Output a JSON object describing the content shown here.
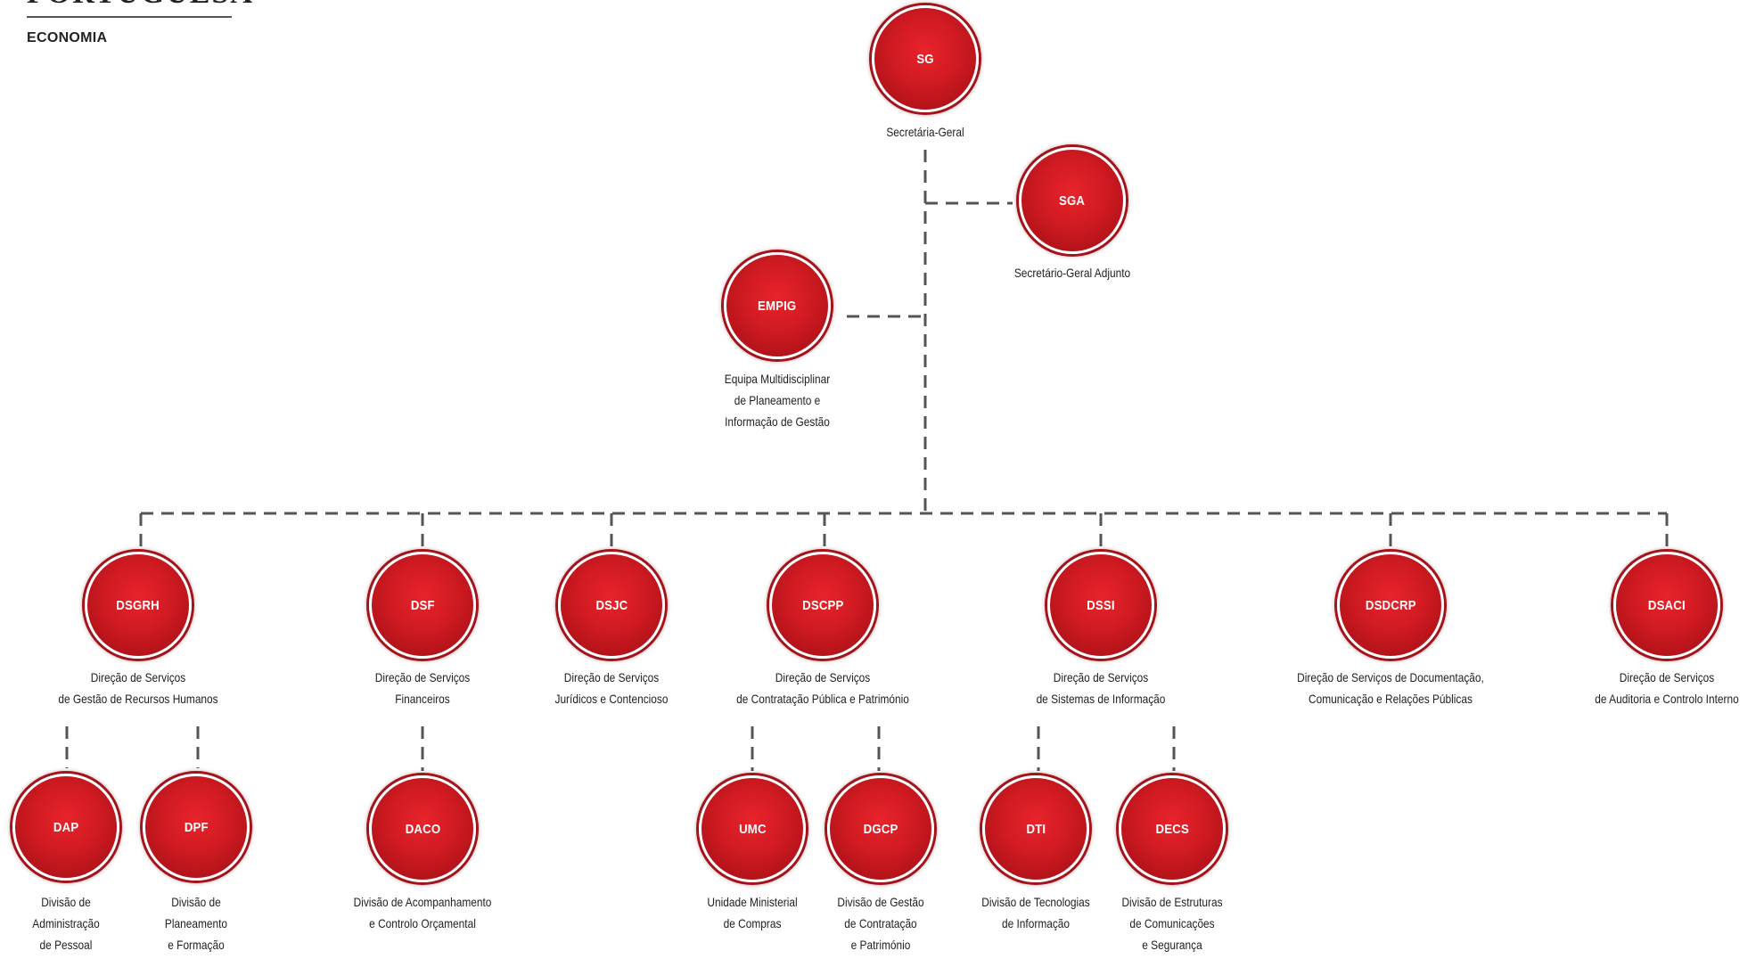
{
  "header": {
    "brand": "PORTUGUESA",
    "ministry": "ECONOMIA"
  },
  "org_chart": {
    "units": [
      {
        "id": "sg",
        "abbr": "SG",
        "name": "Secretária-Geral"
      },
      {
        "id": "sga",
        "abbr": "SGA",
        "name": "Secretário-Geral Adjunto"
      },
      {
        "id": "empig",
        "abbr": "EMPIG",
        "name": "Equipa Multidisciplinar\nde Planeamento e\nInformação de Gestão"
      },
      {
        "id": "dsgrh",
        "abbr": "DSGRH",
        "name": "Direção de Serviços\nde Gestão de Recursos Humanos"
      },
      {
        "id": "dsf",
        "abbr": "DSF",
        "name": "Direção de Serviços\nFinanceiros"
      },
      {
        "id": "dsjc",
        "abbr": "DSJC",
        "name": "Direção de Serviços\nJurídicos e Contencioso"
      },
      {
        "id": "dscpp",
        "abbr": "DSCPP",
        "name": "Direção de Serviços\nde Contratação Pública e Património"
      },
      {
        "id": "dssi",
        "abbr": "DSSI",
        "name": "Direção de Serviços\nde Sistemas de Informação"
      },
      {
        "id": "dsdcrp",
        "abbr": "DSDCRP",
        "name": "Direção de Serviços de Documentação,\nComunicação  e Relações Públicas"
      },
      {
        "id": "dsaci",
        "abbr": "DSACI",
        "name": "Direção de Serviços\nde Auditoria e Controlo Interno"
      },
      {
        "id": "dap",
        "abbr": "DAP",
        "name": "Divisão de\nAdministração\nde Pessoal"
      },
      {
        "id": "dpf",
        "abbr": "DPF",
        "name": "Divisão de\nPlaneamento\ne Formação"
      },
      {
        "id": "daco",
        "abbr": "DACO",
        "name": "Divisão de Acompanhamento\ne Controlo Orçamental"
      },
      {
        "id": "umc",
        "abbr": "UMC",
        "name": "Unidade Ministerial\nde Compras"
      },
      {
        "id": "dgcp",
        "abbr": "DGCP",
        "name": "Divisão de Gestão\nde Contratação\ne Património"
      },
      {
        "id": "dti",
        "abbr": "DTI",
        "name": "Divisão de Tecnologias\nde Informação"
      },
      {
        "id": "decs",
        "abbr": "DECS",
        "name": "Divisão de Estruturas\nde Comunicações\ne Segurança"
      }
    ],
    "links": [
      [
        "sg",
        "sga"
      ],
      [
        "sg",
        "empig"
      ],
      [
        "sg",
        "dsgrh"
      ],
      [
        "sg",
        "dsf"
      ],
      [
        "sg",
        "dsjc"
      ],
      [
        "sg",
        "dscpp"
      ],
      [
        "sg",
        "dssi"
      ],
      [
        "sg",
        "dsdcrp"
      ],
      [
        "sg",
        "dsaci"
      ],
      [
        "dsgrh",
        "dap"
      ],
      [
        "dsgrh",
        "dpf"
      ],
      [
        "dsf",
        "daco"
      ],
      [
        "dscpp",
        "umc"
      ],
      [
        "dscpp",
        "dgcp"
      ],
      [
        "dssi",
        "dti"
      ],
      [
        "dssi",
        "decs"
      ]
    ],
    "colors": {
      "node_fill": "#d71920",
      "node_ring": "#a4121a",
      "connector": "#555555"
    }
  }
}
